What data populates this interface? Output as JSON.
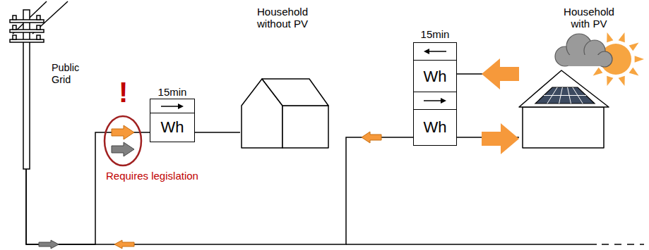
{
  "diagram": {
    "nodes": [
      {
        "text": [
          "Public Grid"
        ]
      },
      {
        "text": [
          "15min",
          "Wh"
        ]
      },
      {
        "text": [
          "Household without PV"
        ]
      },
      {
        "text": [
          "15min",
          "Wh",
          "Wh"
        ]
      },
      {
        "text": [
          "Household with PV"
        ]
      }
    ],
    "edges": [
      {
        "from": 0,
        "to": 1,
        "arrow": "none"
      },
      {
        "from": 1,
        "to": 2,
        "arrow": "none"
      },
      {
        "from": 0,
        "to": 3,
        "arrow": "none"
      },
      {
        "from": 3,
        "to": 4,
        "arrow": "none"
      },
      {
        "from": 4,
        "to": 3,
        "arrow": "none"
      }
    ],
    "labels": [
      "!",
      "Requires legislation"
    ]
  }
}
